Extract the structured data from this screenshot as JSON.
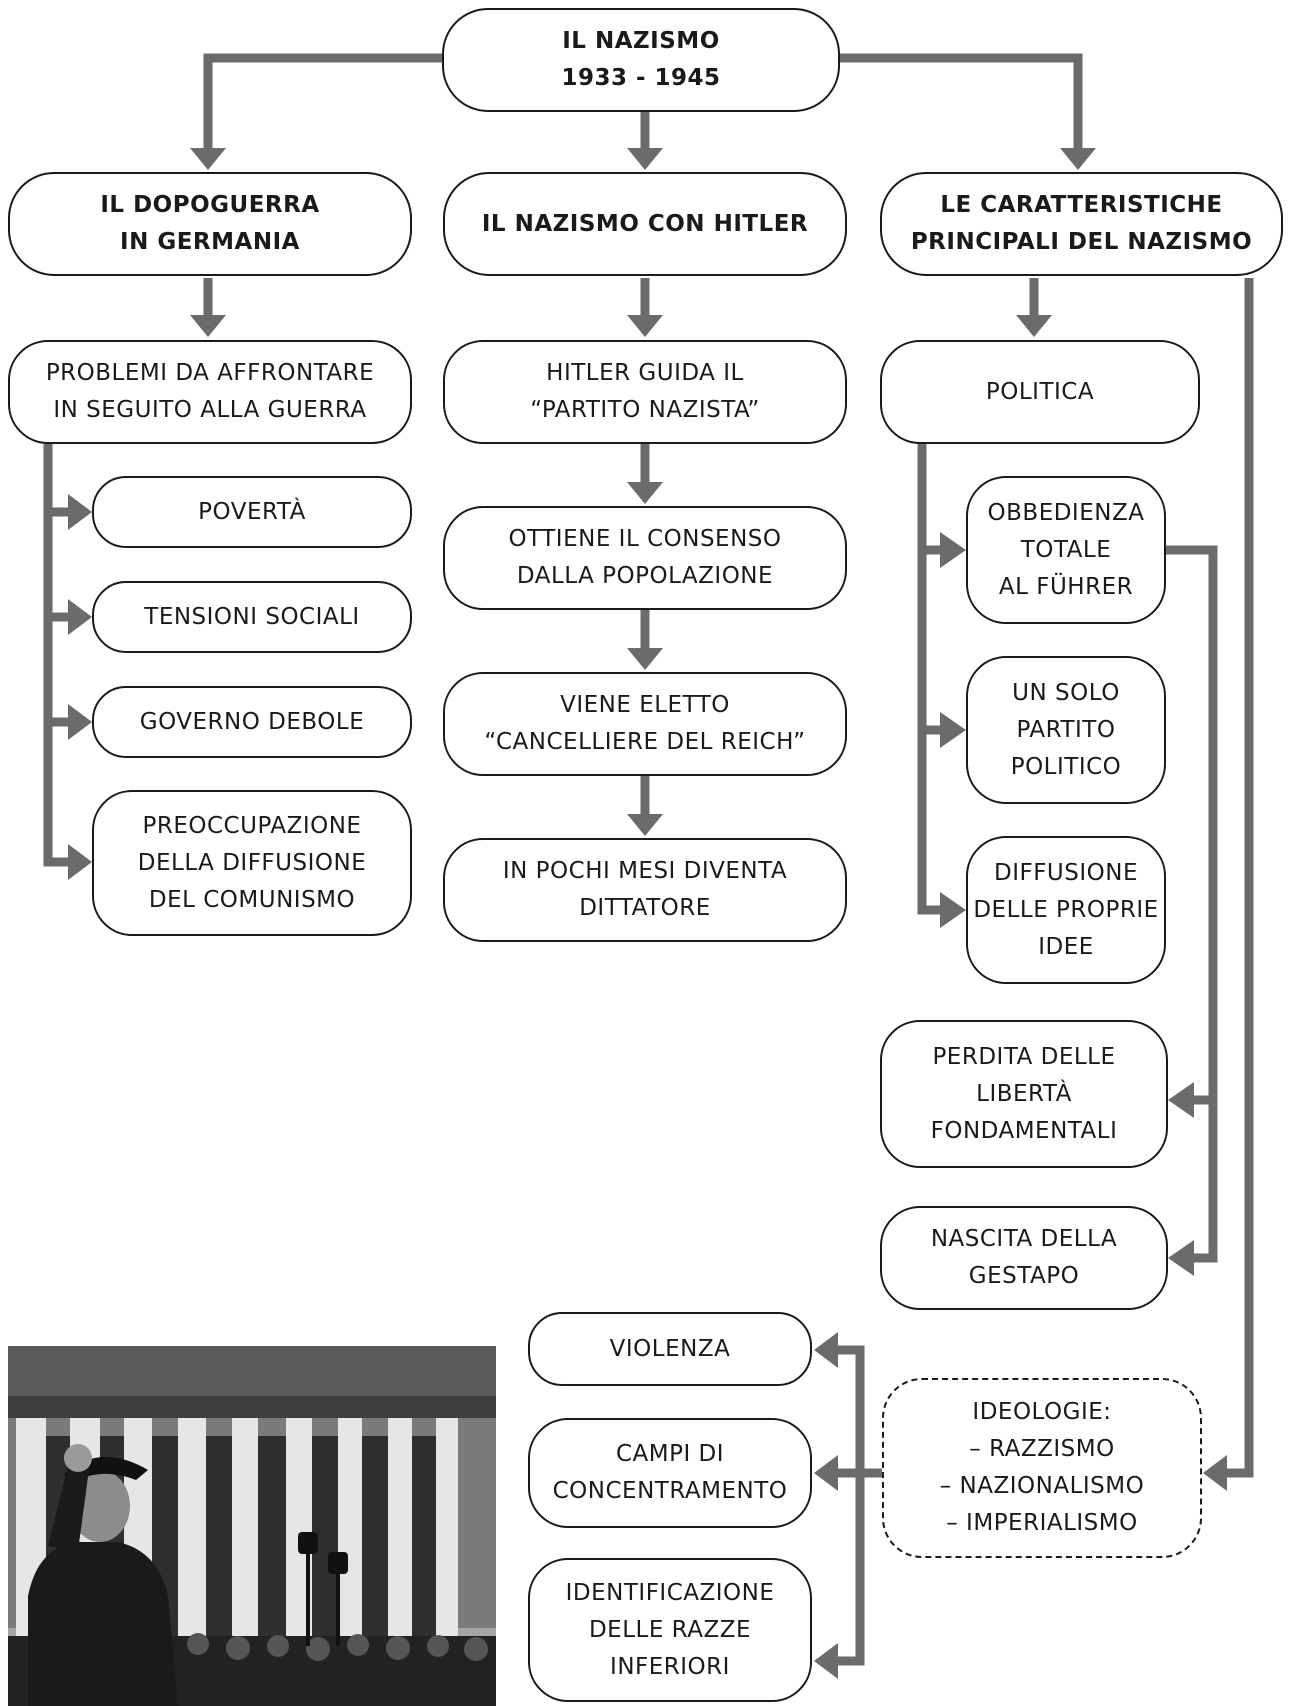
{
  "root": {
    "title": "IL NAZISMO",
    "years": "1933 - 1945"
  },
  "columns": {
    "postwar": {
      "heading": "IL DOPOGUERRA\nIN GERMANIA",
      "problems": "PROBLEMI DA AFFRONTARE\nIN SEGUITO ALLA GUERRA",
      "items": [
        "POVERTÀ",
        "TENSIONI SOCIALI",
        "GOVERNO DEBOLE",
        "PREOCCUPAZIONE\nDELLA DIFFUSIONE\nDEL COMUNISMO"
      ]
    },
    "hitler": {
      "heading": "IL NAZISMO CON HITLER",
      "steps": [
        "HITLER GUIDA IL\n“PARTITO NAZISTA”",
        "OTTIENE IL CONSENSO\nDALLA POPOLAZIONE",
        "VIENE ELETTO\n“CANCELLIERE DEL REICH”",
        "IN POCHI MESI DIVENTA\nDITTATORE"
      ]
    },
    "features": {
      "heading": "LE CARATTERISTICHE\nPRINCIPALI DEL NAZISMO",
      "politics": "POLITICA",
      "politics_items": [
        "OBBEDIENZA\nTOTALE\nAL FÜHRER",
        "UN SOLO\nPARTITO\nPOLITICO",
        "DIFFUSIONE\nDELLE PROPRIE\nIDEE"
      ],
      "consequences": [
        "PERDITA DELLE\nLIBERTÀ\nFONDAMENTALI",
        "NASCITA DELLA\nGESTAPO"
      ],
      "ideologies": "IDEOLOGIE:\n– RAZZISMO\n– NAZIONALISMO\n– IMPERIALISMO",
      "ideology_effects": [
        "VIOLENZA",
        "CAMPI DI\nCONCENTRAMENTO",
        "IDENTIFICAZIONE\nDELLE RAZZE\nINFERIORI"
      ]
    }
  },
  "colors": {
    "connector": "#6b6b6b",
    "border": "#1a1a1a"
  }
}
